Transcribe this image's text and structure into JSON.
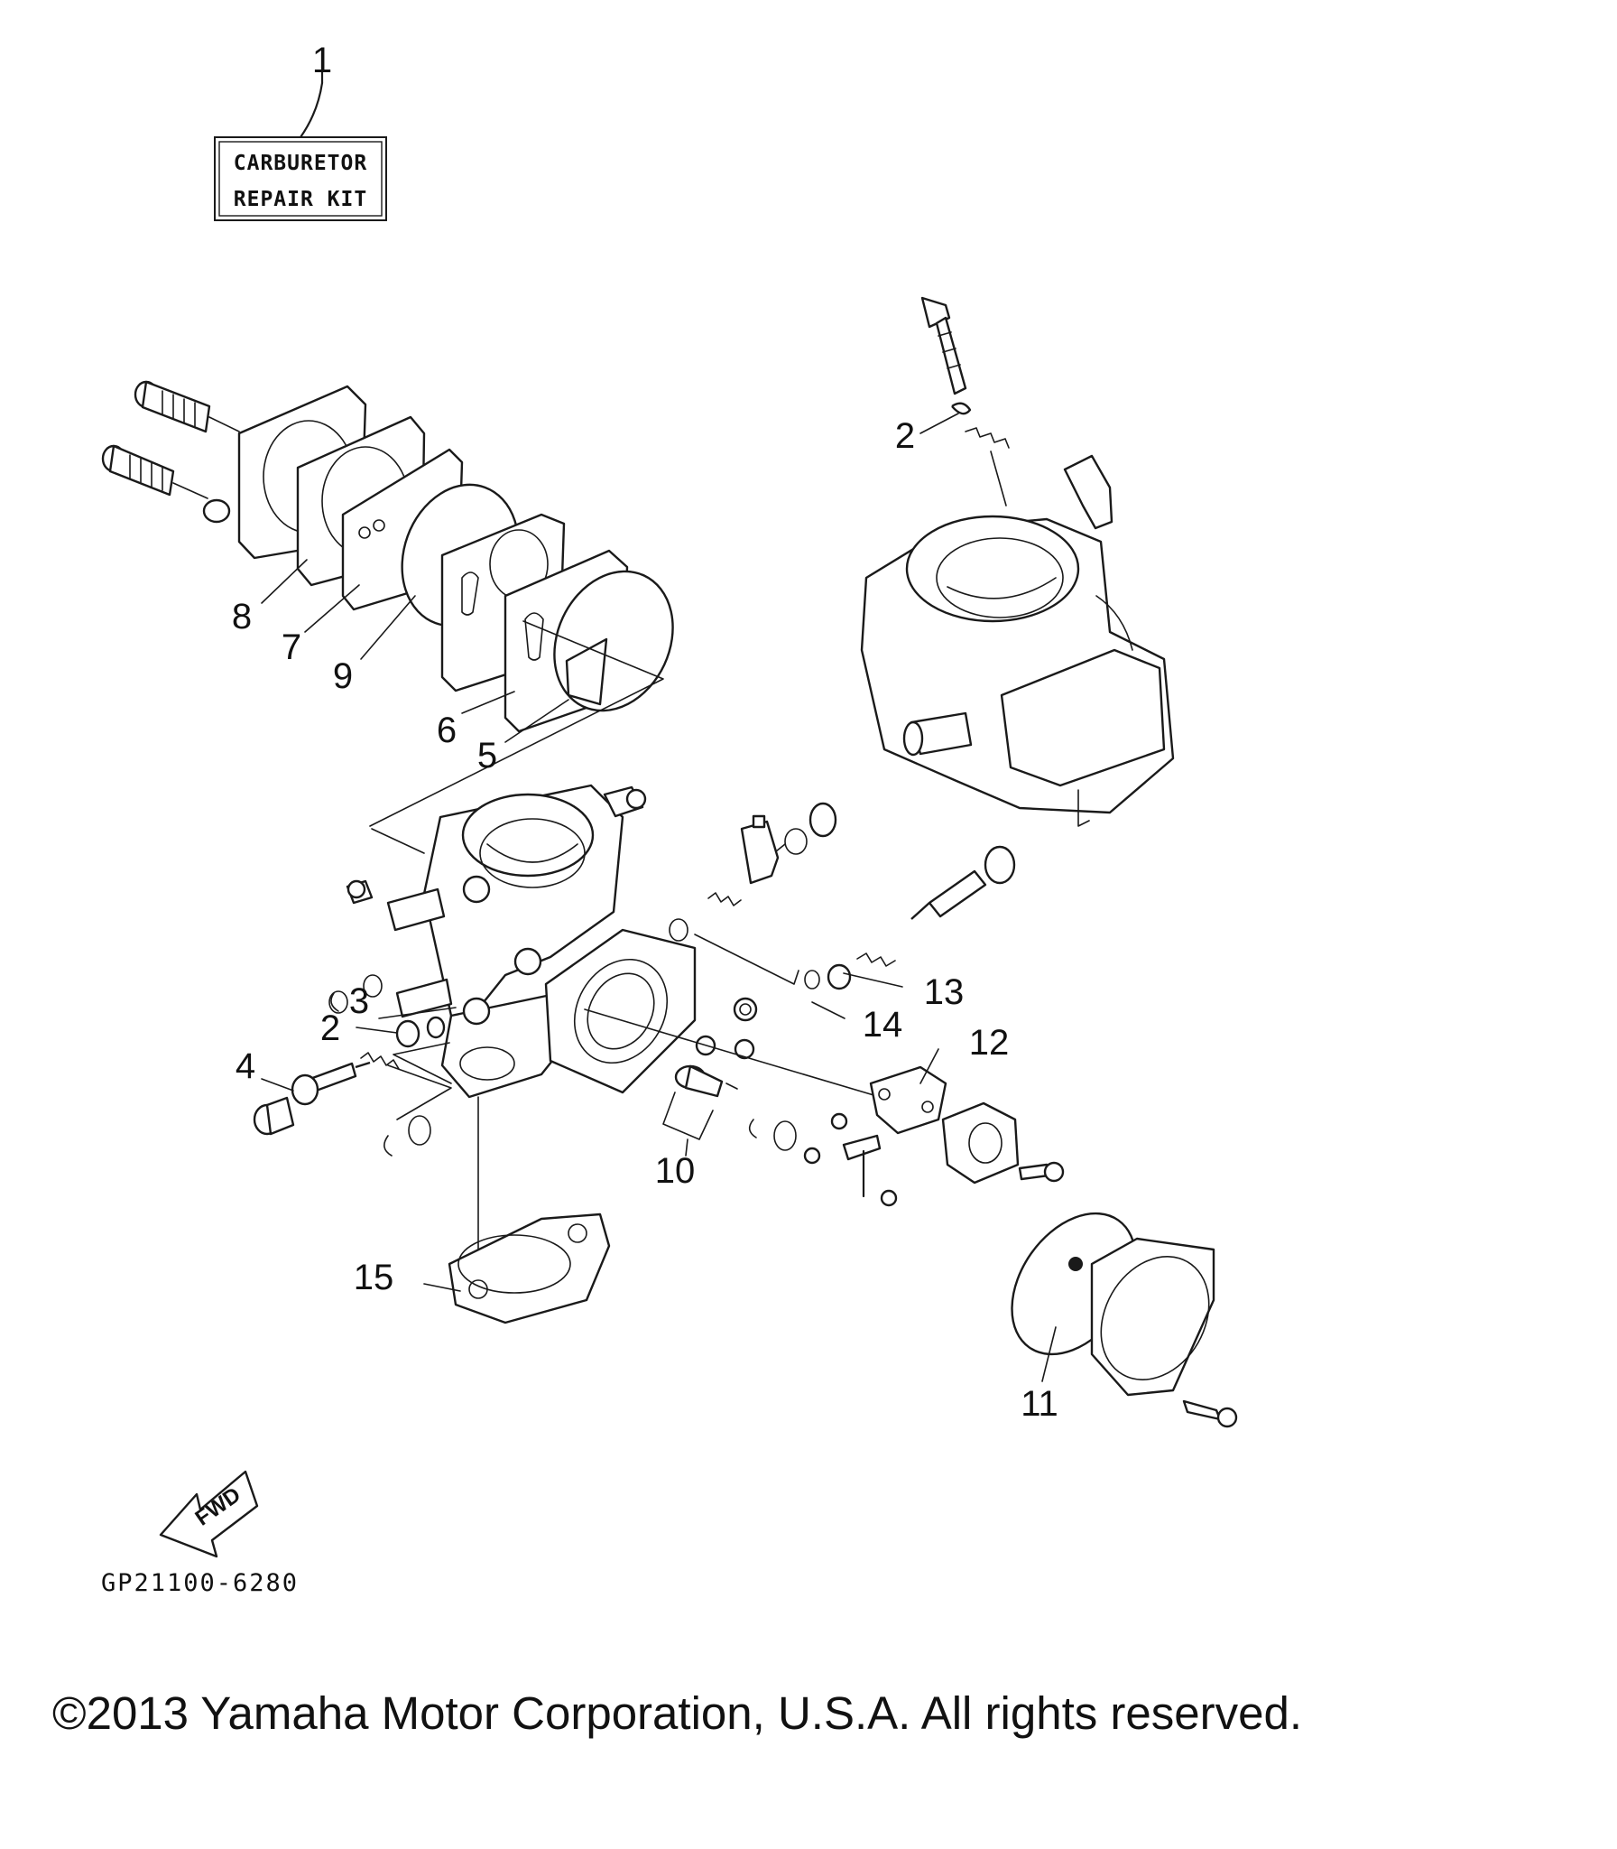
{
  "kit_label": {
    "line1": "CARBURETOR",
    "line2": "REPAIR KIT"
  },
  "callouts": [
    {
      "id": "1",
      "text": "1"
    },
    {
      "id": "2a",
      "text": "2"
    },
    {
      "id": "2b",
      "text": "2"
    },
    {
      "id": "3",
      "text": "3"
    },
    {
      "id": "4",
      "text": "4"
    },
    {
      "id": "5",
      "text": "5"
    },
    {
      "id": "6",
      "text": "6"
    },
    {
      "id": "7",
      "text": "7"
    },
    {
      "id": "8",
      "text": "8"
    },
    {
      "id": "9",
      "text": "9"
    },
    {
      "id": "10",
      "text": "10"
    },
    {
      "id": "11",
      "text": "11"
    },
    {
      "id": "12",
      "text": "12"
    },
    {
      "id": "13",
      "text": "13"
    },
    {
      "id": "14",
      "text": "14"
    },
    {
      "id": "15",
      "text": "15"
    }
  ],
  "direction_marker": "FWD",
  "drawing_code": "GP21100-6280",
  "copyright": "©2013 Yamaha Motor Corporation, U.S.A. All rights reserved."
}
